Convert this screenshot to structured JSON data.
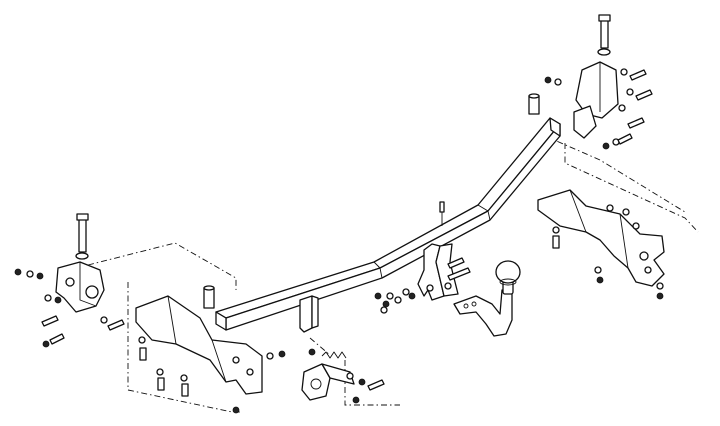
{
  "diagram": {
    "kind": "exploded-assembly",
    "components": [
      "main-crossbar",
      "left-mounting-bracket",
      "right-mounting-bracket",
      "left-side-plate",
      "right-side-plate",
      "tow-ball-neck",
      "tow-ball",
      "socket-plate",
      "long-bolt",
      "spacer-tube",
      "washer",
      "nut",
      "bolt"
    ],
    "colors": {
      "ink": "#111111",
      "background": "#ffffff"
    }
  }
}
